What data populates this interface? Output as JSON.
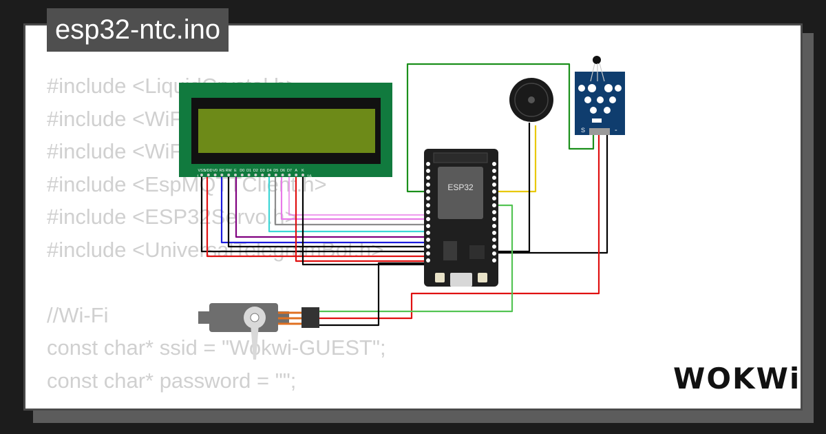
{
  "title": "esp32-ntc.ino",
  "code_lines": [
    "#include <LiquidCrystal.h>",
    "#include <WiFi.h>",
    "#include <WiFiClient.h>",
    "#include <EspMQTTClient.h>",
    "#include <ESP32Servo.h>",
    "#include <UniversalTelegramBot.h>",
    "",
    "//Wi-Fi",
    "const char* ssid = \"Wokwi-GUEST\";",
    "const char* password = \"\";"
  ],
  "esp32_label": "ESP32",
  "lcd_pins": [
    "VSS",
    "VDD",
    "V0",
    "RS",
    "RW",
    "E",
    "D0",
    "D1",
    "D2",
    "D3",
    "D4",
    "D5",
    "D6",
    "D7",
    "A",
    "K"
  ],
  "lcd_pin_first": "1",
  "lcd_pin_last": "16",
  "ntc_pin_labels": [
    "S",
    "-"
  ],
  "logo": "WOKWi",
  "colors": {
    "background": "#1c1c1c",
    "card": "#ffffff",
    "lcd_pcb": "#117a3e",
    "lcd_screen": "#6d8a18",
    "esp32_board": "#1f1f1f",
    "esp32_chip": "#5a5a5a",
    "ntc_board": "#0f3d6e",
    "servo": "#6e6e6e"
  },
  "wires": [
    {
      "from": "ESP32",
      "to": "NTC sensor",
      "color": "#1a8f1a"
    },
    {
      "from": "ESP32",
      "to": "Buzzer",
      "color": "#e8c800"
    },
    {
      "from": "ESP32",
      "to": "Servo",
      "color": "#53c453"
    },
    {
      "from": "NTC sensor",
      "to": "Servo",
      "color": "#e01010"
    },
    {
      "from": "LCD",
      "to": "ESP32",
      "color": "#e879e8"
    },
    {
      "from": "LCD",
      "to": "ESP32",
      "color": "#8c8c8c"
    },
    {
      "from": "LCD",
      "to": "ESP32",
      "color": "#3dd6d6"
    },
    {
      "from": "LCD",
      "to": "ESP32",
      "color": "#800080"
    },
    {
      "from": "LCD",
      "to": "ESP32",
      "color": "#1a1adc"
    },
    {
      "from": "LCD",
      "to": "ESP32",
      "color": "#e01010"
    },
    {
      "from": "LCD",
      "to": "ESP32",
      "color": "#000000"
    }
  ]
}
